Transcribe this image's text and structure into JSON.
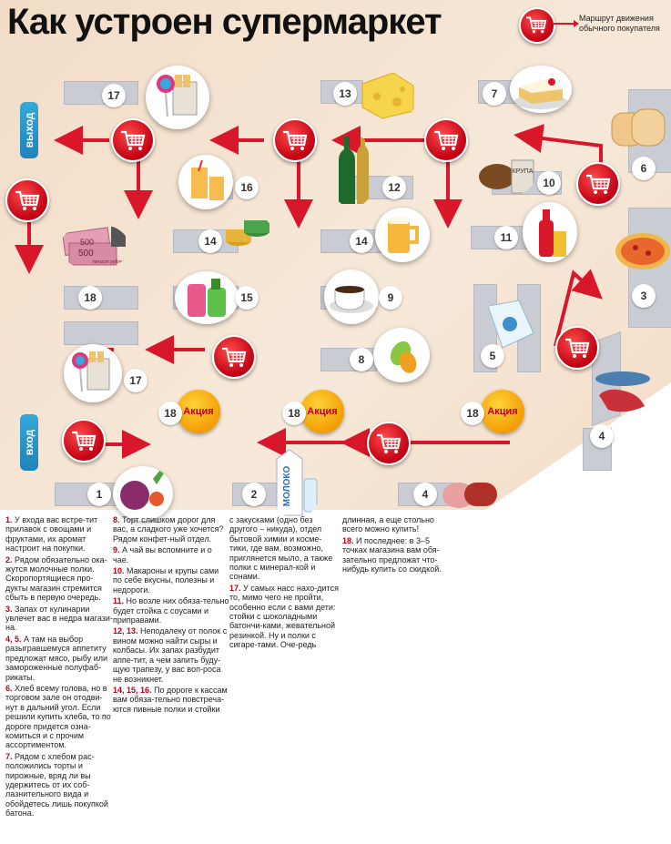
{
  "title": "Как устроен супермаркет",
  "legend": "Маршрут движения обычного покупателя",
  "doors": {
    "exit": "выход",
    "entry": "вход"
  },
  "promo_label": "Акция",
  "labels": {
    "n1": "1",
    "n2": "2",
    "n3": "3",
    "n4a": "4",
    "n4b": "4",
    "n5": "5",
    "n6": "6",
    "n7": "7",
    "n8": "8",
    "n9": "9",
    "n10": "10",
    "n11": "11",
    "n12": "12",
    "n13": "13",
    "n14a": "14",
    "n14b": "14",
    "n15": "15",
    "n16": "16",
    "n17a": "17",
    "n17b": "17",
    "n18a": "18",
    "n18b": "18",
    "n18c": "18",
    "n18d": "18"
  },
  "product_text": {
    "milk": "МОЛОКО",
    "groats": "КРУПА",
    "bill1": "500",
    "bill2": "500",
    "bill_caption": "пятьсот рублей"
  },
  "text": {
    "c1": [
      {
        "n": "1.",
        "t": "У входа вас встре-тит прилавок с овощами и фруктами, их аромат настроит на покупки."
      },
      {
        "n": "2.",
        "t": "Рядом обязательно ока-жутся молочные полки. Скоропортящиеся про-дукты магазин стремится сбыть в первую очередь."
      },
      {
        "n": "3.",
        "t": "Запах от кулинарии увлечет вас в недра магази-на."
      },
      {
        "n": "4, 5.",
        "t": "А там на выбор разыгравшемуся аппетиту предложат мясо, рыбу или замороженные полуфаб-рикаты."
      },
      {
        "n": "6.",
        "t": "Хлеб всему голова, но в торговом зале он отодви-нут в дальний угол. Если решили купить хлеба, то по дороге придется озна-комиться и с прочим ассортиментом."
      },
      {
        "n": "7.",
        "t": "Рядом с хлебом рас-положились торты и пирожные, вряд ли вы удержитесь от их соб-лазнительного вида и обойдетесь лишь покупкой батона."
      }
    ],
    "c2": [
      {
        "n": "8.",
        "t": "Торт слишком дорог для вас, а сладкого уже хочется? Рядом конфет-ный отдел."
      },
      {
        "n": "9.",
        "t": "А чай вы вспомните и о чае."
      },
      {
        "n": "10.",
        "t": "Макароны и крупы сами по себе вкусны, полезны и недороги."
      },
      {
        "n": "11.",
        "t": "Но возле них обяза-тельно будет стойка с соусами и приправами."
      },
      {
        "n": "12, 13.",
        "t": "Неподалеку от полок с вином можно найти сыры и колбасы. Их запах разбудит аппе-тит, а чем запить буду-щую трапезу, у вас воп-роса не возникнет."
      },
      {
        "n": "14, 15, 16.",
        "t": "По дороге к кассам вам обяза-тельно повстреча-ются пивные полки и стойки"
      }
    ],
    "c3": [
      {
        "n": "",
        "t": "с закусками (одно без другого – никуда), отдел бытовой химии и косме-тики, где вам, возможно, приглянется мыло, а также полки с минерал-кой и сонами."
      },
      {
        "n": "17.",
        "t": "У самых насс нахо-дится то, мимо чего не пройти, особенно если с вами дети: стойки с шоколадными батончи-ками, жевательной резинкой. Ну и полки с сигаре-тами. Оче-редь"
      }
    ],
    "c4": [
      {
        "n": "",
        "t": "длинная, а еще стольно всего можно купить!"
      },
      {
        "n": "18.",
        "t": "И последнее: в 3–5 точках магазина вам обя-зательно предложат что-нибудь купить со скидкой."
      }
    ]
  }
}
